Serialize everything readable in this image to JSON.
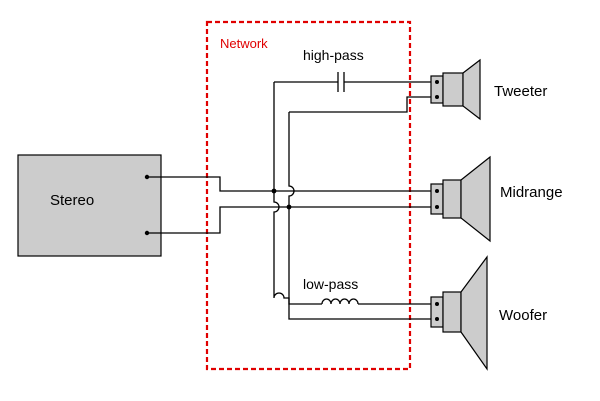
{
  "network": {
    "label": "Network",
    "color": "#e00000"
  },
  "stereo": {
    "label": "Stereo"
  },
  "filters": {
    "high_pass": "high-pass",
    "low_pass": "low-pass"
  },
  "speakers": {
    "tweeter": "Tweeter",
    "midrange": "Midrange",
    "woofer": "Woofer"
  }
}
